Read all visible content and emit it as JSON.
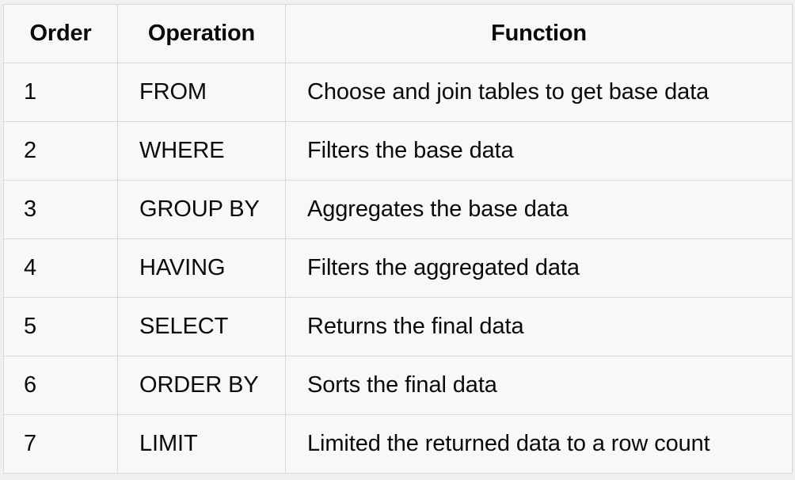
{
  "table": {
    "columns": [
      {
        "key": "order",
        "label": "Order",
        "align": "center"
      },
      {
        "key": "operation",
        "label": "Operation",
        "align": "center"
      },
      {
        "key": "function",
        "label": "Function",
        "align": "center"
      }
    ],
    "rows": [
      {
        "order": "1",
        "operation": "FROM",
        "function": "Choose and join tables to get base data"
      },
      {
        "order": "2",
        "operation": "WHERE",
        "function": "Filters the base data"
      },
      {
        "order": "3",
        "operation": "GROUP BY",
        "function": "Aggregates the base data"
      },
      {
        "order": "4",
        "operation": "HAVING",
        "function": "Filters the aggregated data"
      },
      {
        "order": "5",
        "operation": "SELECT",
        "function": "Returns the final data"
      },
      {
        "order": "6",
        "operation": "ORDER BY",
        "function": "Sorts the final data"
      },
      {
        "order": "7",
        "operation": "LIMIT",
        "function": "Limited the returned data to a row count"
      }
    ]
  },
  "colors": {
    "page_background": "#f0f0f0",
    "cell_background": "#f8f8f8",
    "border": "#d8d8d8",
    "text": "#0a0a0a"
  }
}
